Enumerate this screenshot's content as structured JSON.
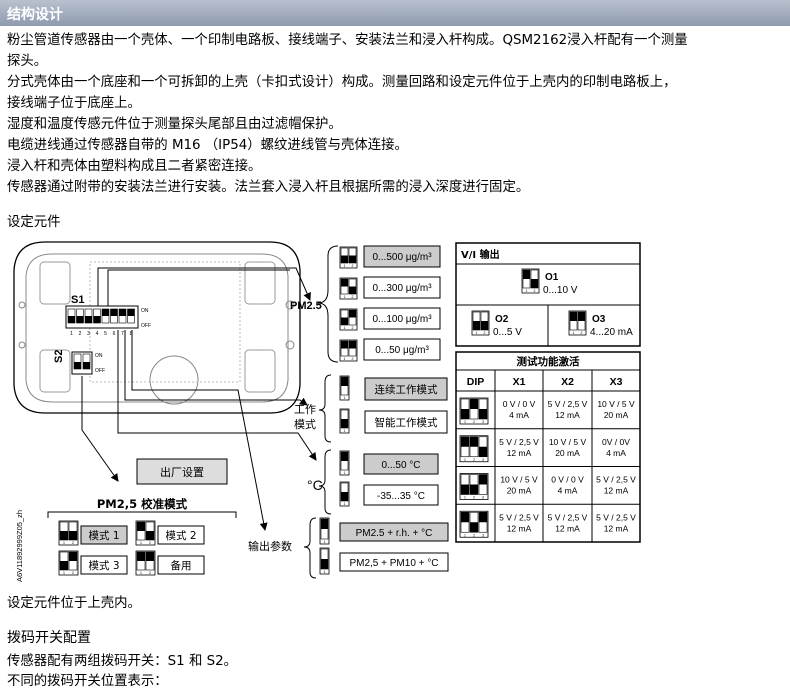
{
  "section_title": "结构设计",
  "paragraphs": [
    "粉尘管道传感器由一个壳体、一个印制电路板、接线端子、安装法兰和浸入杆构成。QSM2162浸入杆配有一个测量",
    "探头。",
    "分式壳体由一个底座和一个可拆卸的上壳（卡扣式设计）构成。测量回路和设定元件位于上壳内的印制电路板上，",
    "接线端子位于底座上。",
    "湿度和温度传感元件位于测量探头尾部且由过滤帽保护。",
    "电缆进线通过传感器自带的 M16 （IP54）螺纹进线管与壳体连接。",
    "浸入杆和壳体由塑料构成且二者紧密连接。",
    "传感器通过附带的安装法兰进行安装。法兰套入浸入杆且根据所需的浸入深度进行固定。"
  ],
  "subheading": "设定元件",
  "figure": {
    "s1_label": "S1",
    "s2_label": "S2",
    "on_label": "ON",
    "off_label": "OFF",
    "s1_numbers": [
      "1",
      "2",
      "3",
      "4",
      "5",
      "6",
      "7",
      "8"
    ],
    "s2_numbers": [
      "1",
      "2"
    ],
    "pm25_label": "PM2.5",
    "pm25_ranges": [
      "0...500 μg/m³",
      "0...300 μg/m³",
      "0...100 μg/m³",
      "0...50 μg/m³"
    ],
    "work_mode_label": [
      "工作",
      "模式"
    ],
    "work_modes": [
      "连续工作模式",
      "智能工作模式"
    ],
    "temp_label": "°C",
    "temp_ranges": [
      "0...50 °C",
      "-35...35 °C"
    ],
    "output_params_label": "输出参数",
    "output_params": [
      "PM2.5 + r.h. + °C",
      "PM2,5 + PM10 + °C"
    ],
    "factory_button": "出厂设置",
    "calibration_title": "PM2,5 校准模式",
    "calibration_modes": [
      "模式 1",
      "模式 2",
      "模式 3",
      "备用"
    ],
    "doc_code": "A6V11892999Z05_zh",
    "vi_title": "V/I 输出",
    "vi_outputs": [
      {
        "name": "O1",
        "range": "0...10 V"
      },
      {
        "name": "O2",
        "range": "0...5 V"
      },
      {
        "name": "O3",
        "range": "4...20 mA"
      }
    ],
    "test_table": {
      "title": "测试功能激活",
      "headers": [
        "DIP",
        "X1",
        "X2",
        "X3"
      ],
      "rows": [
        [
          "0 V / 0 V\n4 mA",
          "5 V / 2,5 V\n12 mA",
          "10 V / 5 V\n20 mA"
        ],
        [
          "5 V / 2,5 V\n12 mA",
          "10 V / 5 V\n20 mA",
          "0V / 0V\n4 mA"
        ],
        [
          "10 V / 5 V\n20 mA",
          "0 V / 0 V\n4 mA",
          "5 V / 2,5 V\n12 mA"
        ],
        [
          "5 V / 2,5 V\n12 mA",
          "5 V / 2,5 V\n12 mA",
          "5 V / 2,5 V\n12 mA"
        ]
      ]
    }
  },
  "caption": "设定元件位于上壳内。",
  "subheading2": "拨码开关配置",
  "paragraphs2": [
    "传感器配有两组拨码开关：S1 和 S2。",
    "不同的拨码开关位置表示："
  ]
}
